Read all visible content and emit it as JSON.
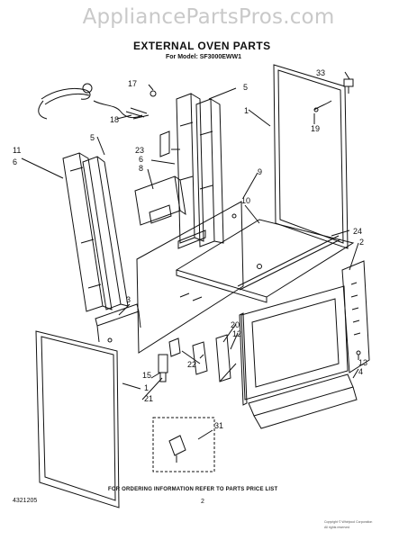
{
  "watermark": "AppliancePartsPros.com",
  "title": "EXTERNAL OVEN PARTS",
  "model": "For Model: SF3000EWW1",
  "footer": "FOR ORDERING INFORMATION REFER TO PARTS PRICE LIST",
  "doc_number": "4321205",
  "page_number": "2",
  "fine_print": [
    "Copyright © Whirlpool Corporation",
    "All rights reserved"
  ],
  "callouts": [
    "33",
    "17",
    "5",
    "1",
    "19",
    "18",
    "11",
    "6",
    "5",
    "23",
    "6",
    "8",
    "9",
    "10",
    "24",
    "2",
    "3",
    "20",
    "12",
    "13",
    "4",
    "15",
    "1",
    "21",
    "22",
    "31"
  ],
  "colors": {
    "line": "#111111",
    "watermark": "#c9c9c9"
  }
}
